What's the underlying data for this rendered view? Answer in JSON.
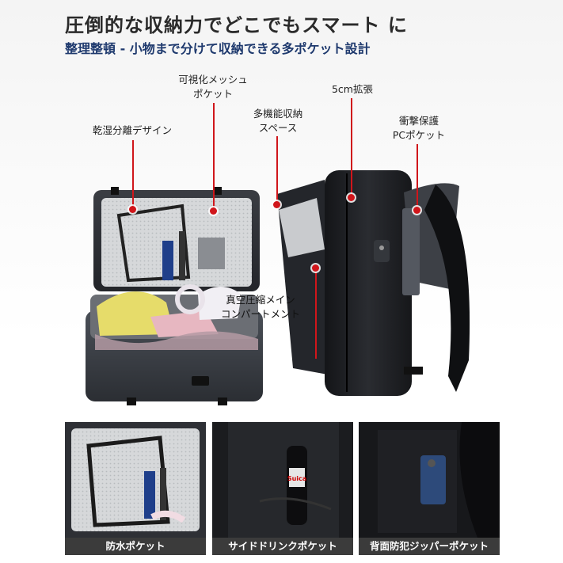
{
  "header": {
    "headline": "圧倒的な収納力でどこでもスマート に",
    "subline": "整理整頓 - 小物まで分けて収納できる多ポケット設計"
  },
  "callouts": {
    "wet_dry": "乾湿分離デザイン",
    "mesh_line1": "可視化メッシュ",
    "mesh_line2": "ポケット",
    "multi_line1": "多機能収納",
    "multi_line2": "スペース",
    "expand": "5cm拡張",
    "pc_line1": "衝撃保護",
    "pc_line2": "PCポケット",
    "vacuum_line1": "真空圧縮メイン",
    "vacuum_line2": "コンパートメント"
  },
  "bottle_label": "Suica",
  "thumbnails": [
    {
      "caption": "防水ポケット"
    },
    {
      "caption": "サイドドリンクポケット"
    },
    {
      "caption": "背面防犯ジッパーポケット"
    }
  ],
  "colors": {
    "accent_red": "#d0161b",
    "caption_bg": "#3b3b3b",
    "subline_blue": "#1f3a6e",
    "bag_black": "#1e1f22",
    "bag_grey": "#3c4047"
  }
}
